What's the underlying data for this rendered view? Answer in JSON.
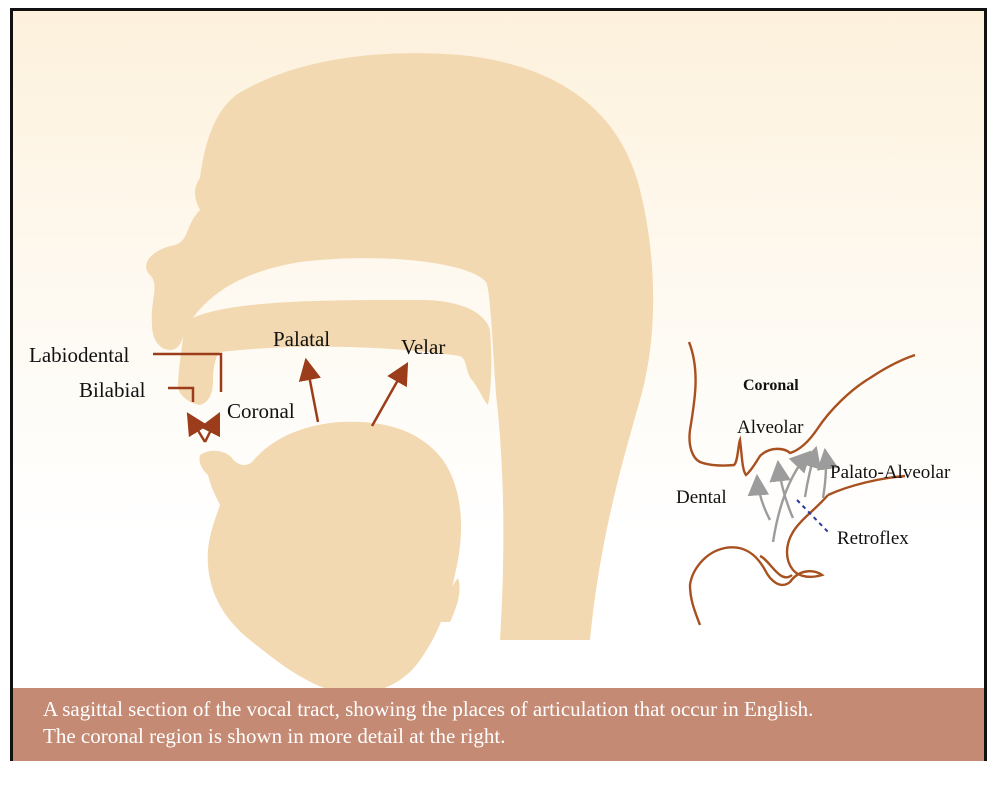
{
  "diagram": {
    "labels": {
      "labiodental": "Labiodental",
      "bilabial": "Bilabial",
      "coronal": "Coronal",
      "palatal": "Palatal",
      "velar": "Velar"
    },
    "detail": {
      "title": "Coronal",
      "alveolar": "Alveolar",
      "dental": "Dental",
      "palato_alveolar": "Palato-Alveolar",
      "retroflex": "Retroflex"
    },
    "colors": {
      "head_fill": "#f3d9b1",
      "arrow": "#9b3d1b",
      "detail_outline": "#a8501f",
      "detail_arrow": "#9c9c9c",
      "retroflex_dash": "#2b3aa0",
      "caption_bar": "#c48a74"
    }
  },
  "caption": {
    "line1": "A sagittal section of the vocal tract, showing the places of articulation that occur in English.",
    "line2": "The coronal region is shown in more detail at the right."
  }
}
